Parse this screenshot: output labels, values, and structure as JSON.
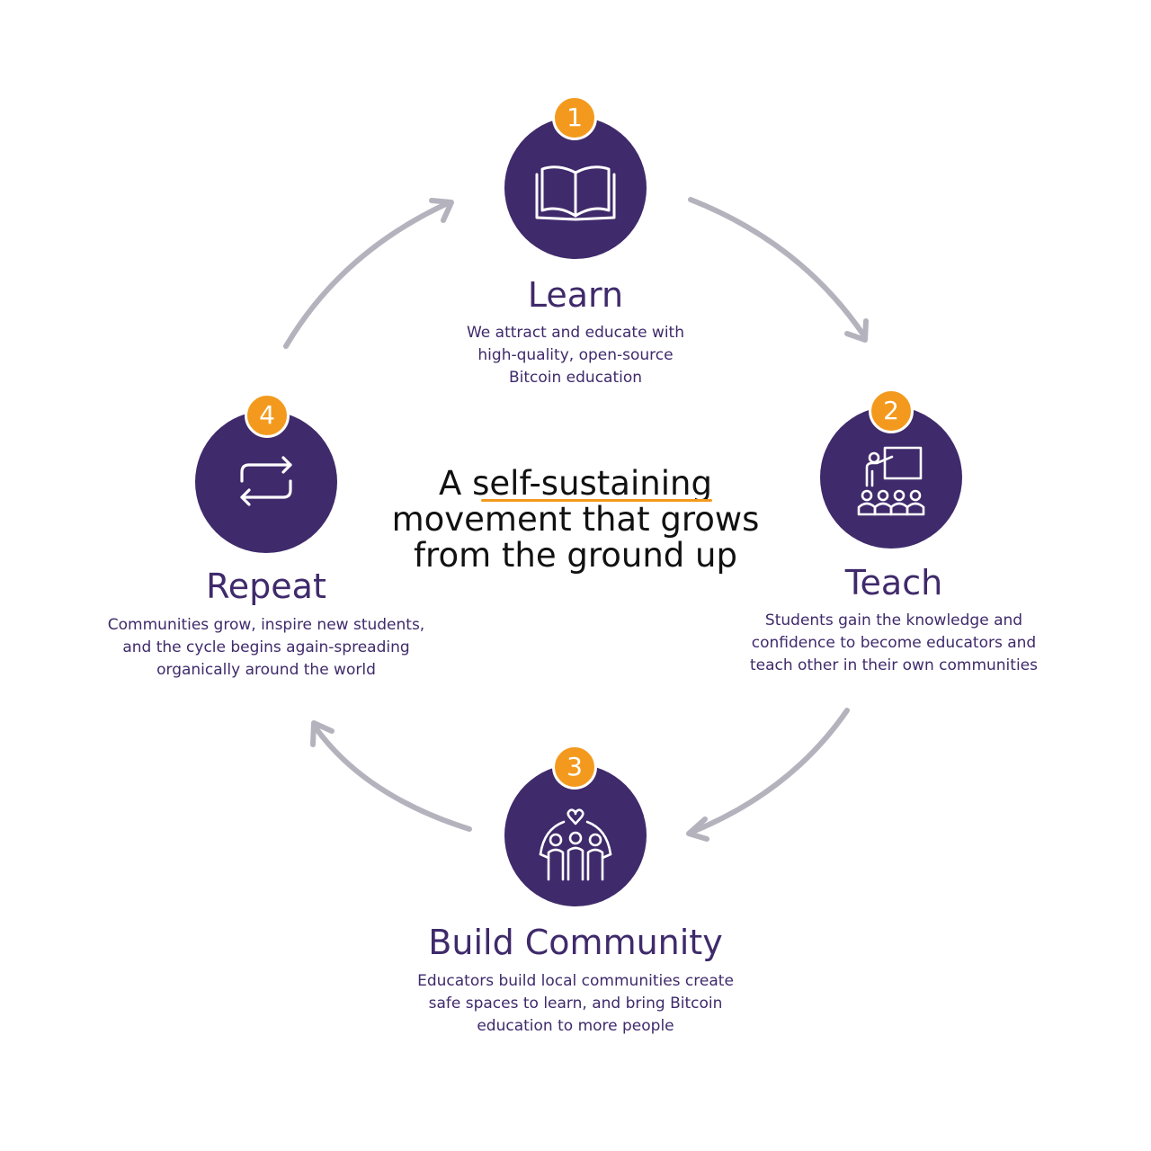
{
  "headline": {
    "prefix": "A ",
    "highlight": "self-sustaining",
    "line2": "movement that grows",
    "line3": "from the ground up"
  },
  "steps": [
    {
      "number": "1",
      "title": "Learn",
      "icon": "open-book-icon",
      "description": [
        "We attract and educate with",
        "high-quality, open-source",
        "Bitcoin education"
      ]
    },
    {
      "number": "2",
      "title": "Teach",
      "icon": "teacher-classroom-icon",
      "description": [
        "Students gain the knowledge and",
        "confidence to become educators and",
        "teach other in their own communities"
      ]
    },
    {
      "number": "3",
      "title": "Build Community",
      "icon": "community-family-heart-icon",
      "description": [
        "Educators build local communities create",
        "safe spaces to learn, and bring Bitcoin",
        "education to more people"
      ]
    },
    {
      "number": "4",
      "title": "Repeat",
      "icon": "repeat-arrows-icon",
      "description": [
        "Communities grow, inspire new students,",
        "and the cycle begins again-spreading",
        "organically around the world"
      ]
    }
  ],
  "colors": {
    "primary_purple": "#3f2a6b",
    "badge_orange": "#f39a1e",
    "arrow_gray": "#b4b3bd",
    "headline_text": "#111111"
  }
}
